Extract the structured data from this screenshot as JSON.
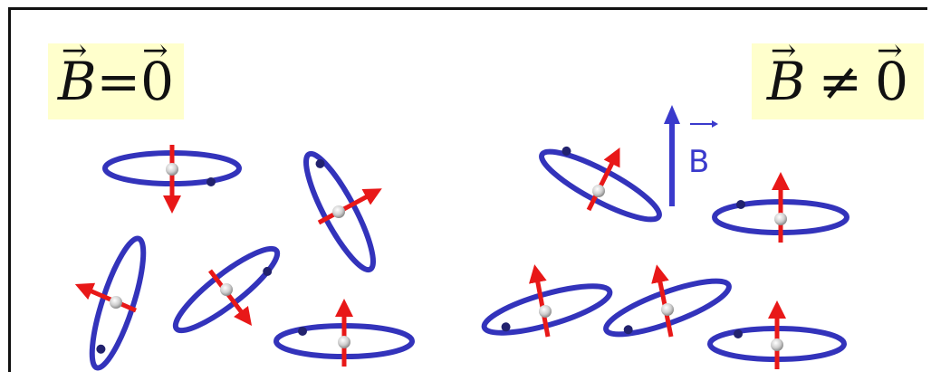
{
  "labels": {
    "left": {
      "symbol": "B",
      "relation": "=",
      "rhs": "0"
    },
    "right": {
      "symbol": "B",
      "relation": "≠",
      "rhs": "0"
    }
  },
  "field_arrow": {
    "label": "B"
  },
  "colors": {
    "orbit": "#3333bb",
    "spin_arrow": "#e81818",
    "nucleus": "#d0d0d0",
    "label_background": "#ffffcc",
    "field_arrow": "#3a3acc"
  },
  "icons": [
    "orbit-icon",
    "spin-arrow-icon",
    "field-arrow-icon"
  ]
}
